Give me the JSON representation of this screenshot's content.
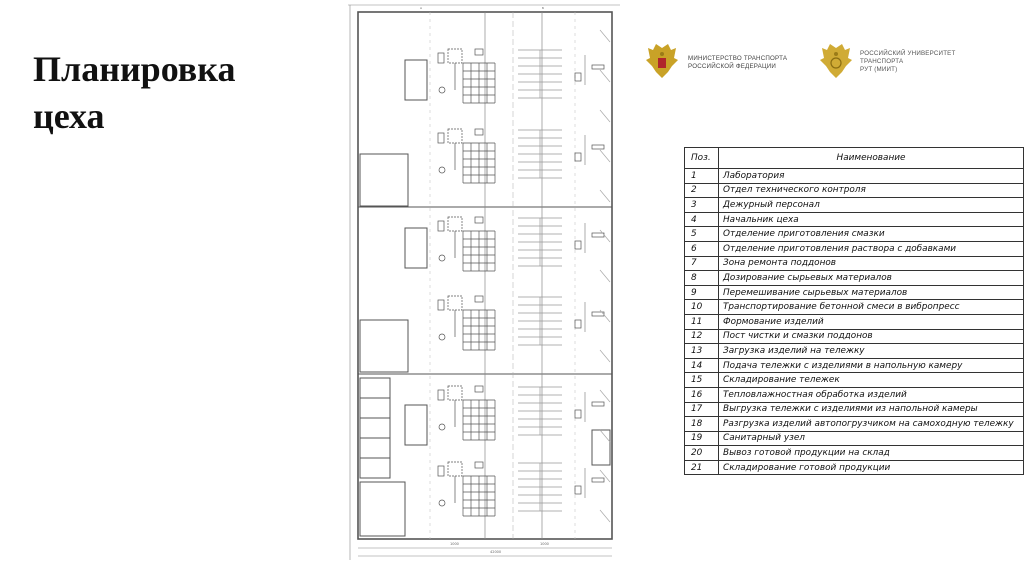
{
  "slide": {
    "title": "Планировка цеха"
  },
  "logos": {
    "ministry": [
      "МИНИСТЕРСТВО ТРАНСПОРТА",
      "РОССИЙСКОЙ ФЕДЕРАЦИИ"
    ],
    "university": [
      "РОССИЙСКИЙ УНИВЕРСИТЕТ",
      "ТРАНСПОРТА",
      "РУТ (МИИТ)"
    ]
  },
  "legend": {
    "headers": {
      "pos": "Поз.",
      "name": "Наименование"
    },
    "rows": [
      {
        "pos": "1",
        "name": "Лаборатория"
      },
      {
        "pos": "2",
        "name": "Отдел технического контроля"
      },
      {
        "pos": "3",
        "name": "Дежурный персонал"
      },
      {
        "pos": "4",
        "name": "Начальник цеха"
      },
      {
        "pos": "5",
        "name": "Отделение приготовления смазки"
      },
      {
        "pos": "6",
        "name": "Отделение приготовления раствора с добавками"
      },
      {
        "pos": "7",
        "name": "Зона ремонта поддонов"
      },
      {
        "pos": "8",
        "name": "Дозирование сырьевых материалов"
      },
      {
        "pos": "9",
        "name": "Перемешивание сырьевых материалов"
      },
      {
        "pos": "10",
        "name": "Транспортирование бетонной смеси в вибропресс"
      },
      {
        "pos": "11",
        "name": "Формование изделий"
      },
      {
        "pos": "12",
        "name": "Пост чистки и смазки поддонов"
      },
      {
        "pos": "13",
        "name": "Загрузка изделий на тележку"
      },
      {
        "pos": "14",
        "name": "Подача тележки с изделиями в напольную камеру"
      },
      {
        "pos": "15",
        "name": "Складирование тележек"
      },
      {
        "pos": "16",
        "name": "Тепловлажностная обработка изделий"
      },
      {
        "pos": "17",
        "name": "Выгрузка тележки с изделиями из напольной камеры"
      },
      {
        "pos": "18",
        "name": "Разгрузка изделий автопогрузчиком на самоходную тележку"
      },
      {
        "pos": "19",
        "name": "Санитарный узел"
      },
      {
        "pos": "20",
        "name": "Вывоз готовой продукции на склад"
      },
      {
        "pos": "21",
        "name": "Складирование готовой продукции"
      }
    ]
  },
  "colors": {
    "line": "#555555",
    "lightline": "#999999",
    "gold": "#c9a227",
    "text": "#111111"
  }
}
